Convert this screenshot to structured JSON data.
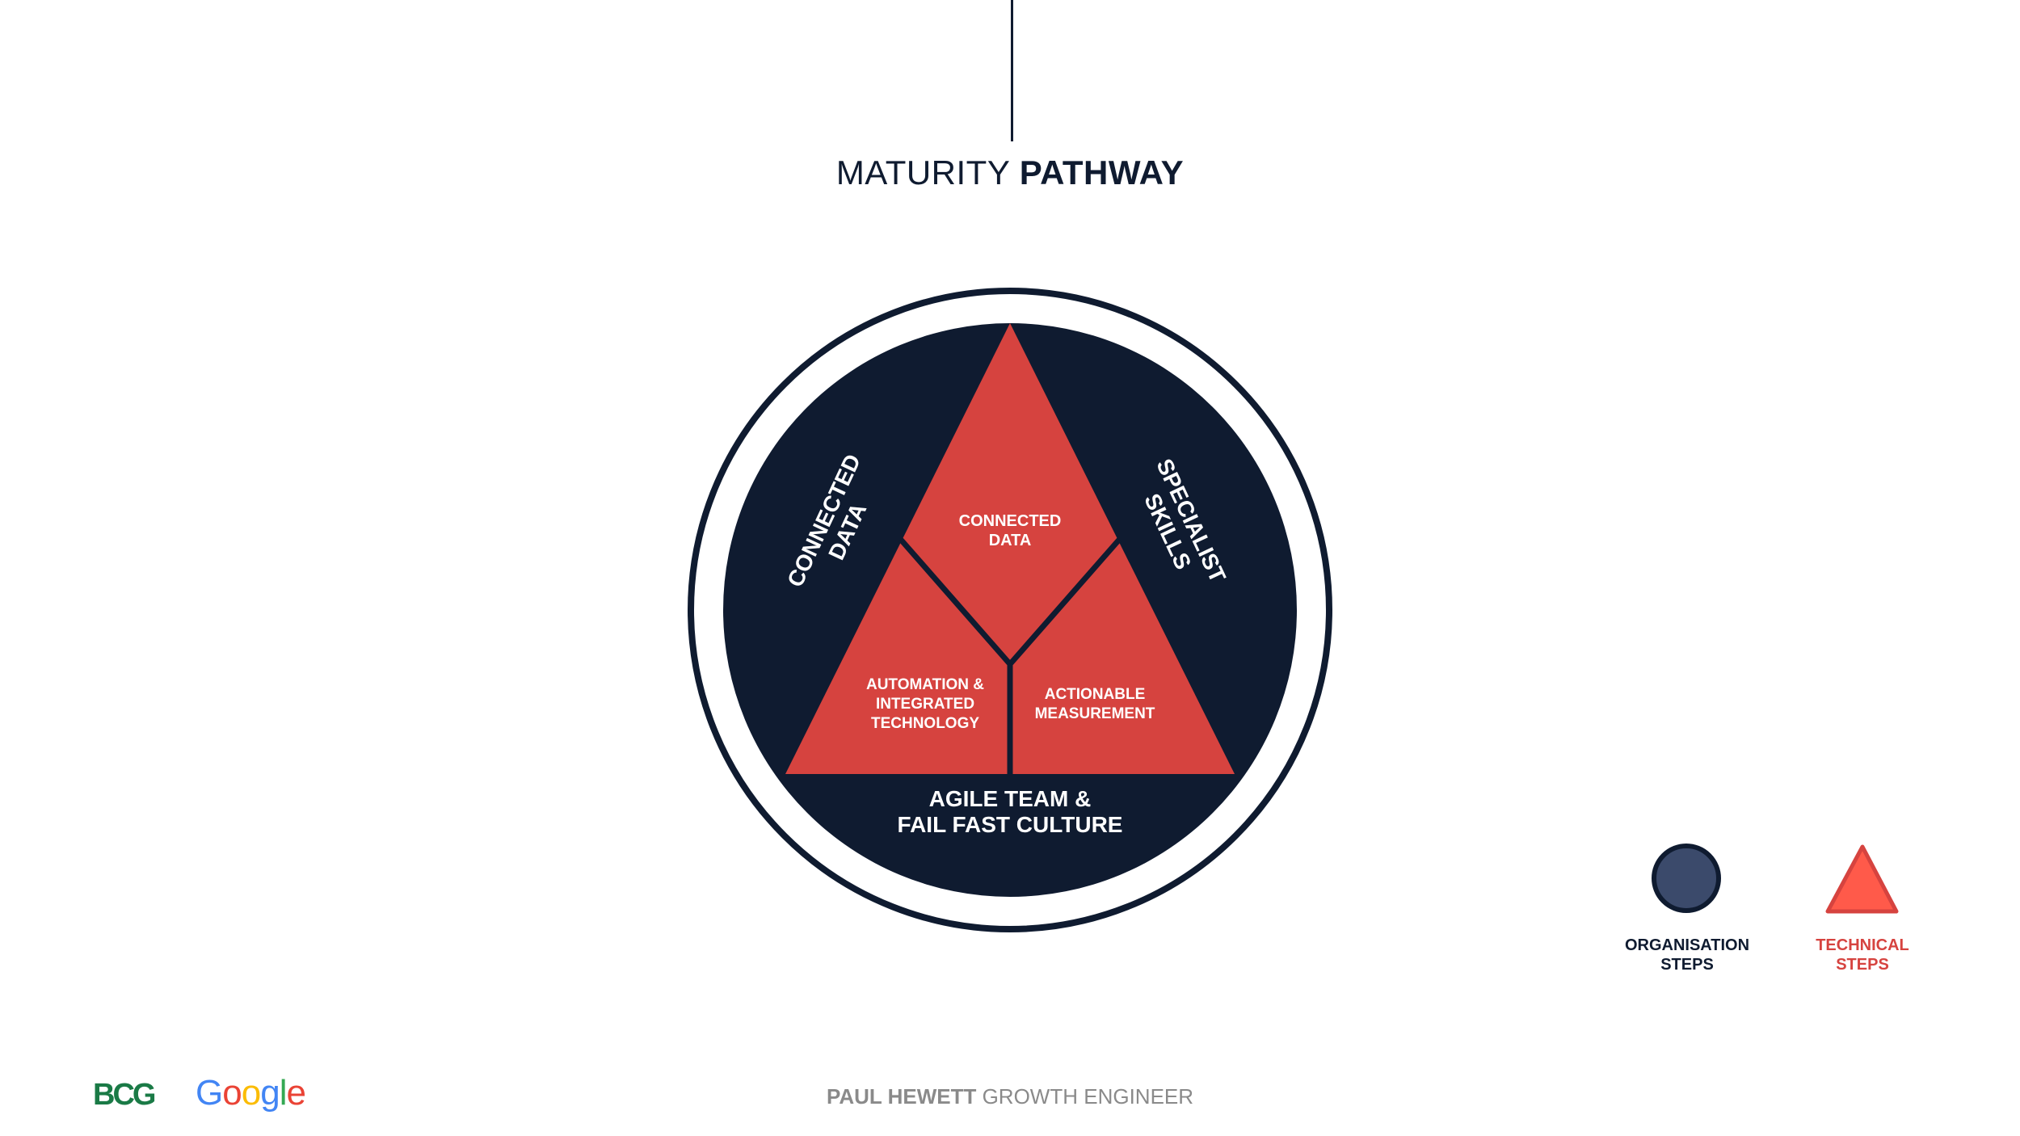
{
  "title": {
    "light": "MATURITY",
    "bold": "PATHWAY"
  },
  "diagram": {
    "outer_segments": {
      "left": [
        "CONNECTED",
        "DATA"
      ],
      "right": [
        "SPECIALIST",
        "SKILLS"
      ],
      "bottom": [
        "AGILE TEAM &",
        "FAIL FAST CULTURE"
      ]
    },
    "inner_segments": {
      "top": [
        "CONNECTED",
        "DATA"
      ],
      "bottom_left": [
        "AUTOMATION &",
        "INTEGRATED",
        "TECHNOLOGY"
      ],
      "bottom_right": [
        "ACTIONABLE",
        "MEASUREMENT"
      ]
    },
    "colors": {
      "navy": "#0f1b30",
      "red": "#d6433f"
    }
  },
  "legend": {
    "organisation": {
      "label": "ORGANISATION\nSTEPS",
      "icon": "circle-icon",
      "fill": "#3b4a6b"
    },
    "technical": {
      "label": "TECHNICAL\nSTEPS",
      "icon": "triangle-icon",
      "fill": "#ff5a4a"
    }
  },
  "logos": {
    "bcg": "BCG",
    "google": "Google"
  },
  "footer": {
    "name": "PAUL HEWETT",
    "role": "GROWTH ENGINEER"
  }
}
